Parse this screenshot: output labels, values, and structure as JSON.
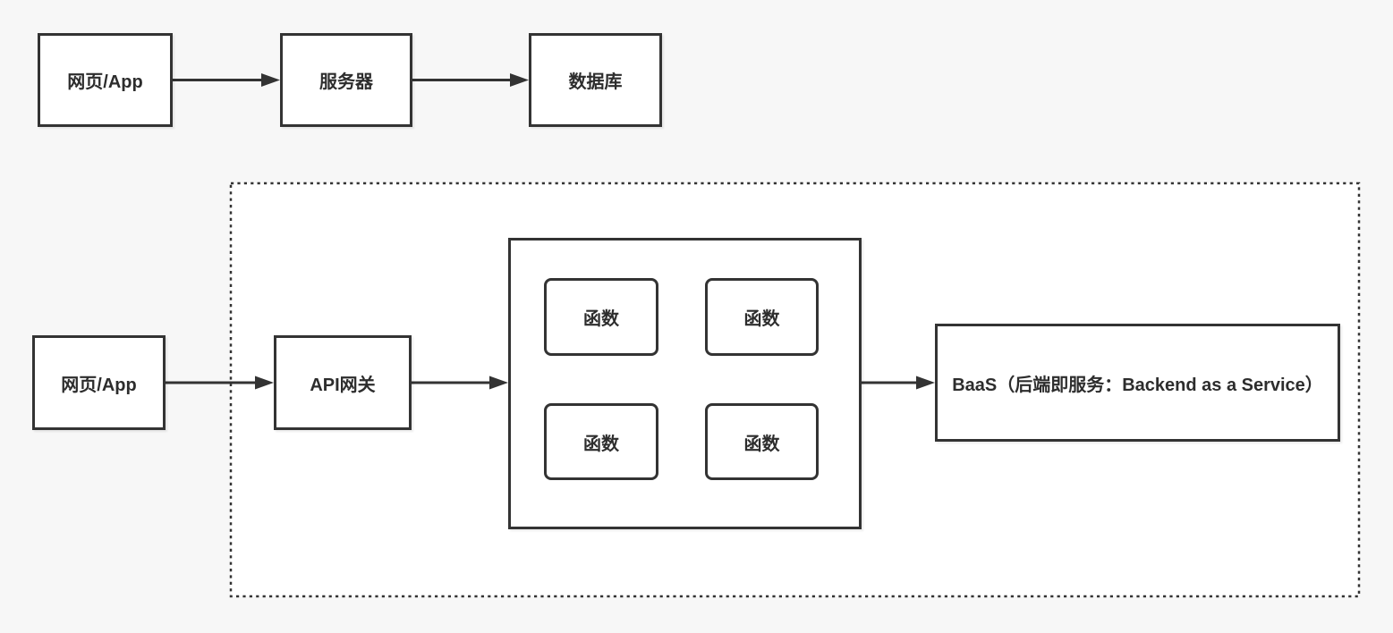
{
  "diagram": {
    "type": "architecture-flow",
    "traditional_flow": {
      "web_app_label": "网页/App",
      "server_label": "服务器",
      "database_label": "数据库"
    },
    "serverless_flow": {
      "web_app_label": "网页/App",
      "api_gateway_label": "API网关",
      "function_labels": [
        "函数",
        "函数",
        "函数",
        "函数"
      ],
      "baas_label": "BaaS（后端即服务：Backend as a Service）"
    },
    "colors": {
      "page_background": "#f7f7f7",
      "dashed_region_fill": "#ffffff",
      "node_fill": "#ffffff",
      "stroke": "#333333",
      "text": "#2d2d2d"
    }
  }
}
